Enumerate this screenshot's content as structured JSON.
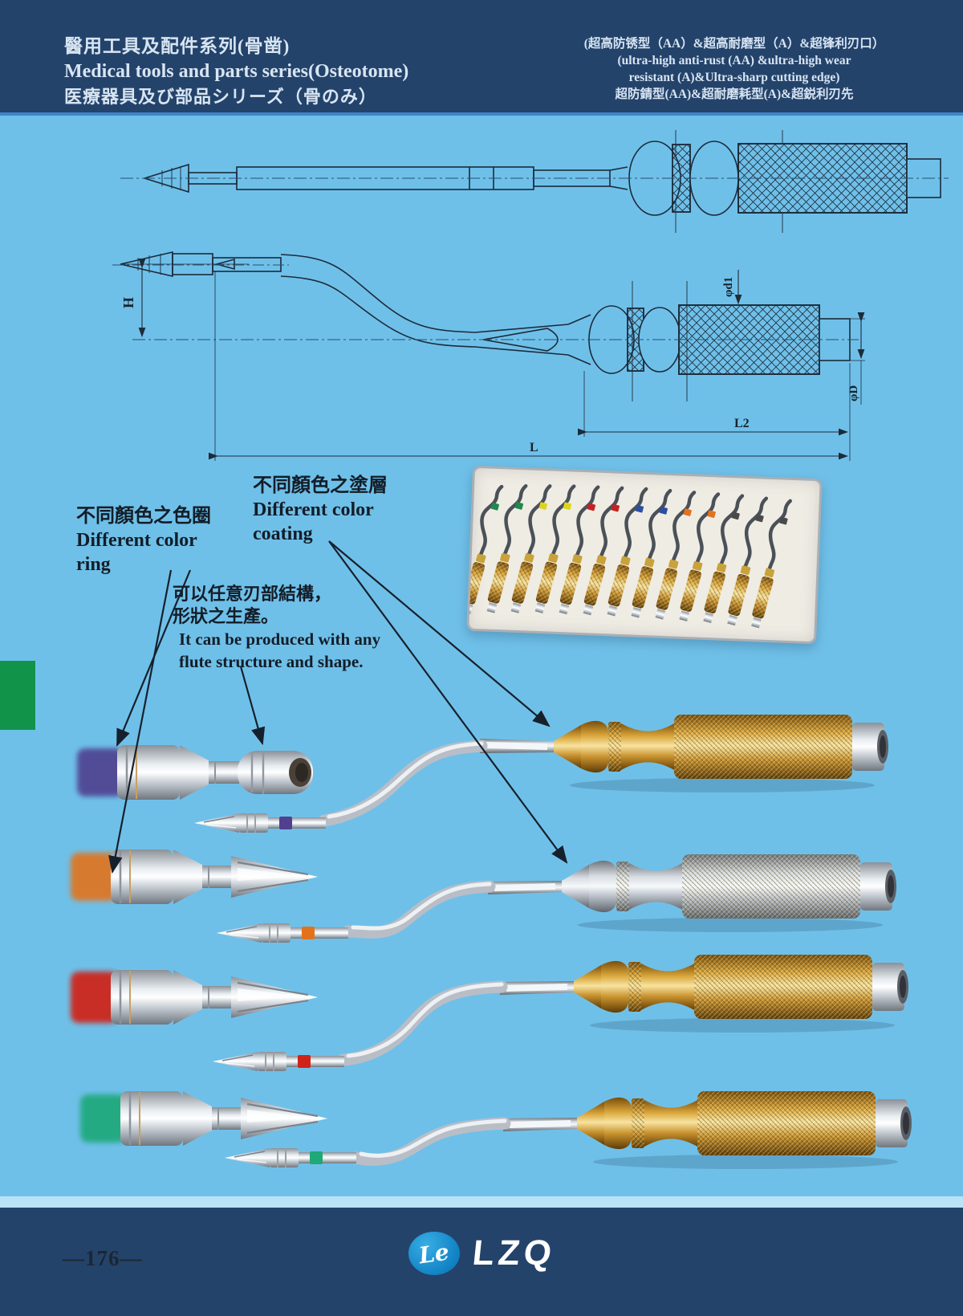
{
  "page": {
    "bg_hex": "#6FC0E9",
    "header_bg_hex": "#24436B",
    "footer_bg_hex": "#24436B",
    "accent_strip_hex": "#B9E2F6",
    "green_tab_hex": "#12934A"
  },
  "header": {
    "title_zh": "醫用工具及配件系列(骨凿)",
    "title_en": "Medical tools and parts series(Osteotome)",
    "title_ja": "医療器具及び部品シリーズ（骨のみ）",
    "right": {
      "line1": "(超高防锈型（AA）&超高耐磨型（A）&超锋利刃口）",
      "line2": "(ultra-high anti-rust (AA) &ultra-high wear",
      "line3": "resistant (A)&Ultra-sharp cutting edge)",
      "line4": "超防錆型(AA)&超耐磨耗型(A)&超鋭利刃先"
    }
  },
  "diagram": {
    "dim_h": "H",
    "dim_phi_d1": "φd1",
    "dim_phi_d": "φD",
    "dim_l2": "L2",
    "dim_l": "L"
  },
  "annotations": {
    "ring": {
      "zh": "不同顏色之色圈",
      "en1": "Different color",
      "en2": "ring"
    },
    "coating": {
      "zh": "不同顏色之塗層",
      "en1": "Different color",
      "en2": "coating"
    },
    "flute": {
      "zh1": "可以任意刃部結構，",
      "zh2": "形狀之生產。",
      "en1": "It can be produced with any",
      "en2": "flute structure and shape."
    }
  },
  "tray": {
    "tools": [
      {
        "ring_hex": "#1E8A4B"
      },
      {
        "ring_hex": "#1E8A4B"
      },
      {
        "ring_hex": "#DDD51C"
      },
      {
        "ring_hex": "#DDD51C"
      },
      {
        "ring_hex": "#C42323"
      },
      {
        "ring_hex": "#C42323"
      },
      {
        "ring_hex": "#2C4FA0"
      },
      {
        "ring_hex": "#2C4FA0"
      },
      {
        "ring_hex": "#E2731D"
      },
      {
        "ring_hex": "#E2731D"
      },
      {
        "ring_hex": "#4A4A4A"
      },
      {
        "ring_hex": "#4A4A4A"
      },
      {
        "ring_hex": "#4A4A4A"
      }
    ]
  },
  "instruments": [
    {
      "handle": "gold",
      "ring": "purple",
      "ring_hex": "#50408F"
    },
    {
      "handle": "silver",
      "ring": "orange",
      "ring_hex": "#E2731D"
    },
    {
      "handle": "gold",
      "ring": "red",
      "ring_hex": "#D02318"
    },
    {
      "handle": "gold",
      "ring": "green",
      "ring_hex": "#1FA878"
    }
  ],
  "footer": {
    "page_number": "—176—",
    "logo_monogram": "Le",
    "logo_text": "LZQ"
  }
}
